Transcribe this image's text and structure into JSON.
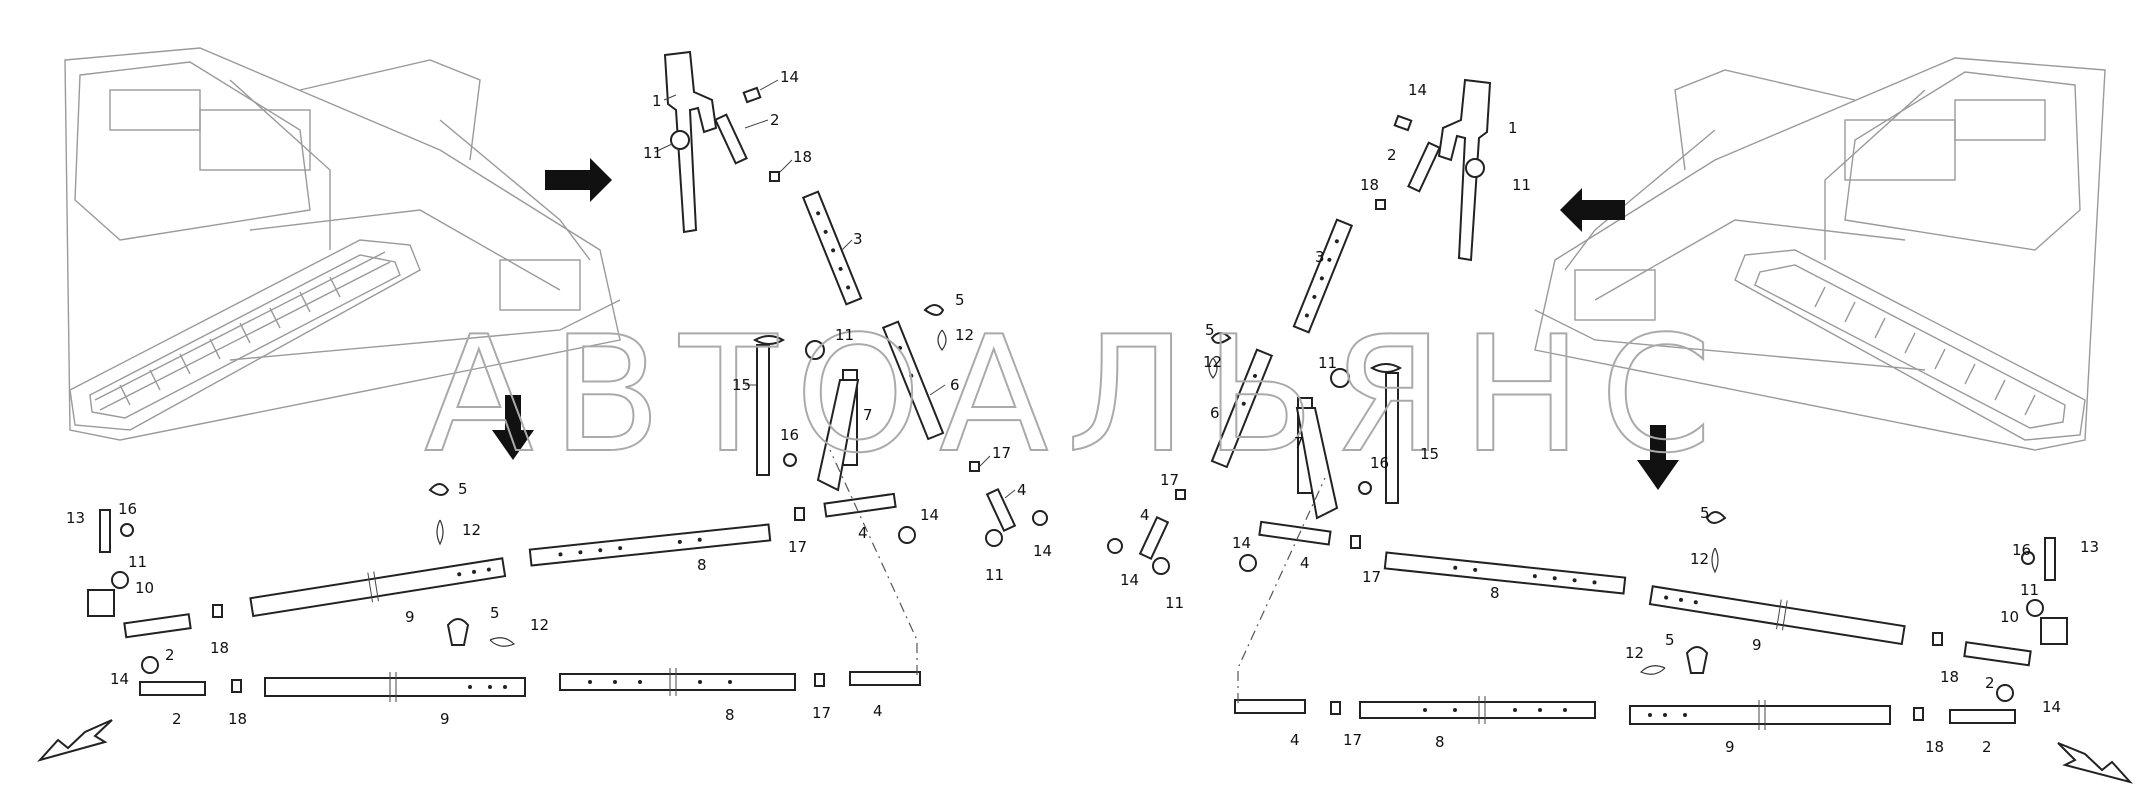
{
  "watermark": "АВТОАЛЬЯНС",
  "callouts": {
    "left": {
      "c1": "1",
      "c2a": "2",
      "c2b": "2",
      "c2c": "2",
      "c3": "3",
      "c4a": "4",
      "c4b": "4",
      "c4c": "4",
      "c5a": "5",
      "c5b": "5",
      "c5c": "5",
      "c6": "6",
      "c7": "7",
      "c8a": "8",
      "c8b": "8",
      "c9a": "9",
      "c9b": "9",
      "c10": "10",
      "c11a": "11",
      "c11b": "11",
      "c11c": "11",
      "c11d": "11",
      "c12a": "12",
      "c12b": "12",
      "c12c": "12",
      "c13": "13",
      "c14a": "14",
      "c14b": "14",
      "c14c": "14",
      "c14d": "14",
      "c15": "15",
      "c16a": "16",
      "c16b": "16",
      "c17a": "17",
      "c17b": "17",
      "c17c": "17",
      "c18a": "18",
      "c18b": "18",
      "c18c": "18"
    },
    "right": {
      "c1": "1",
      "c2a": "2",
      "c2b": "2",
      "c2c": "2",
      "c3": "3",
      "c4a": "4",
      "c4b": "4",
      "c4c": "4",
      "c5a": "5",
      "c5b": "5",
      "c5c": "5",
      "c6": "6",
      "c7": "7",
      "c8a": "8",
      "c8b": "8",
      "c9a": "9",
      "c9b": "9",
      "c10": "10",
      "c11a": "11",
      "c11b": "11",
      "c11c": "11",
      "c11d": "11",
      "c12a": "12",
      "c12b": "12",
      "c12c": "12",
      "c13": "13",
      "c14a": "14",
      "c14b": "14",
      "c14c": "14",
      "c14d": "14",
      "c15": "15",
      "c16a": "16",
      "c16b": "16",
      "c17a": "17",
      "c17b": "17",
      "c17c": "17",
      "c18a": "18",
      "c18b": "18",
      "c18c": "18"
    }
  }
}
